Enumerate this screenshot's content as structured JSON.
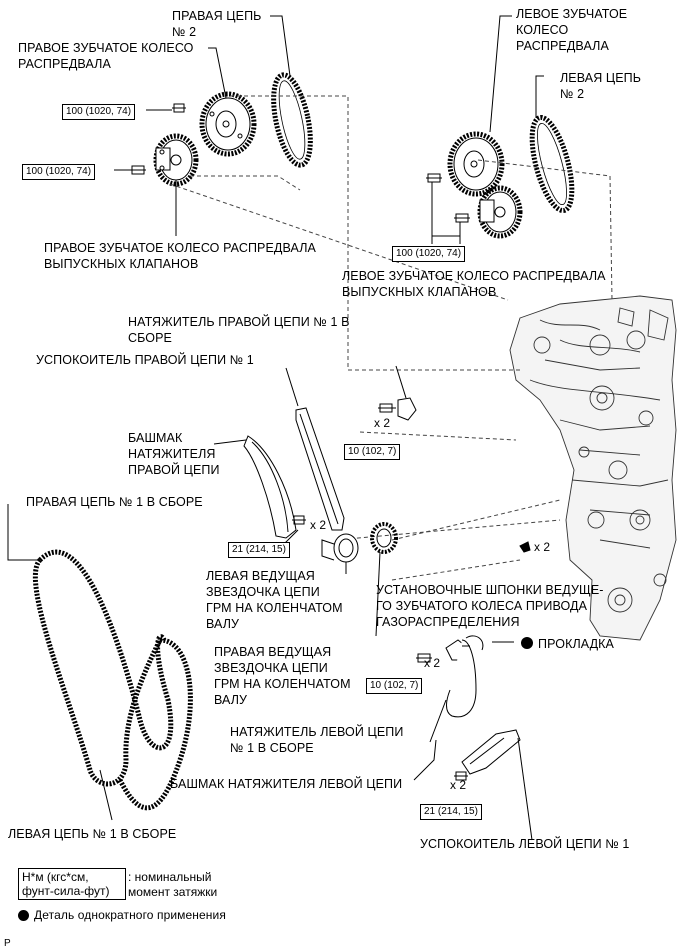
{
  "labels": {
    "right_chain_2": "ПРАВАЯ ЦЕПЬ\n№ 2",
    "right_cam_gear": "ПРАВОЕ ЗУБЧАТОЕ КОЛЕСО\nРАСПРЕДВАЛА",
    "right_exhaust_cam_gear": "ПРАВОЕ ЗУБЧАТОЕ КОЛЕСО РАСПРЕДВАЛА\nВЫПУСКНЫХ КЛАПАНОВ",
    "left_cam_gear": "ЛЕВОЕ ЗУБЧАТОЕ\nКОЛЕСО\nРАСПРЕДВАЛА",
    "left_chain_2": "ЛЕВАЯ ЦЕПЬ\n№ 2",
    "left_exhaust_cam_gear": "ЛЕВОЕ ЗУБЧАТОЕ КОЛЕСО РАСПРЕДВАЛА\nВЫПУСКНЫХ КЛАПАНОВ",
    "right_tensioner_1": "НАТЯЖИТЕЛЬ ПРАВОЙ ЦЕПИ № 1 В\nСБОРЕ",
    "right_damper_1": "УСПОКОИТЕЛЬ ПРАВОЙ ЦЕПИ № 1",
    "right_tensioner_shoe": "БАШМАК\nНАТЯЖИТЕЛЯ\nПРАВОЙ ЦЕПИ",
    "right_chain_1": "ПРАВАЯ ЦЕПЬ № 1 В СБОРЕ",
    "left_drive_sprocket": "ЛЕВАЯ ВЕДУЩАЯ\nЗВЕЗДОЧКА ЦЕПИ\nГРМ НА КОЛЕНЧАТОМ\nВАЛУ",
    "key_label": "УСТАНОВОЧНЫЕ ШПОНКИ ВЕДУЩЕ-\nГО ЗУБЧАТОГО КОЛЕСА ПРИВОДА\nГАЗОРАСПРЕДЕЛЕНИЯ",
    "gasket": "ПРОКЛАДКА",
    "right_drive_sprocket": "ПРАВАЯ ВЕДУЩАЯ\nЗВЕЗДОЧКА ЦЕПИ\nГРМ НА КОЛЕНЧАТОМ\nВАЛУ",
    "left_tensioner_1": "НАТЯЖИТЕЛЬ ЛЕВОЙ ЦЕПИ\n№ 1 В СБОРЕ",
    "left_tensioner_shoe": "БАШМАК НАТЯЖИТЕЛЯ ЛЕВОЙ ЦЕПИ",
    "left_chain_1": "ЛЕВАЯ ЦЕПЬ № 1 В СБОРЕ",
    "left_damper_1": "УСПОКОИТЕЛЬ ЛЕВОЙ ЦЕПИ № 1"
  },
  "torque": {
    "t1": "100 (1020, 74)",
    "t2": "100 (1020, 74)",
    "t3": "100 (1020, 74)",
    "t4": "10 (102, 7)",
    "t5": "21 (214, 15)",
    "t6": "10 (102, 7)",
    "t7": "21 (214, 15)"
  },
  "multipliers": {
    "m1": "x 2",
    "m2": "x 2",
    "m3": "x 2",
    "m4": "x 2",
    "m5": "x 2"
  },
  "legend": {
    "units_box": "Н*м (кгс*см,\nфунт-сила-фут)",
    "units_text": ": номинальный\nмомент затяжки",
    "non_reusable": "Деталь однократного применения"
  },
  "footer": "P"
}
